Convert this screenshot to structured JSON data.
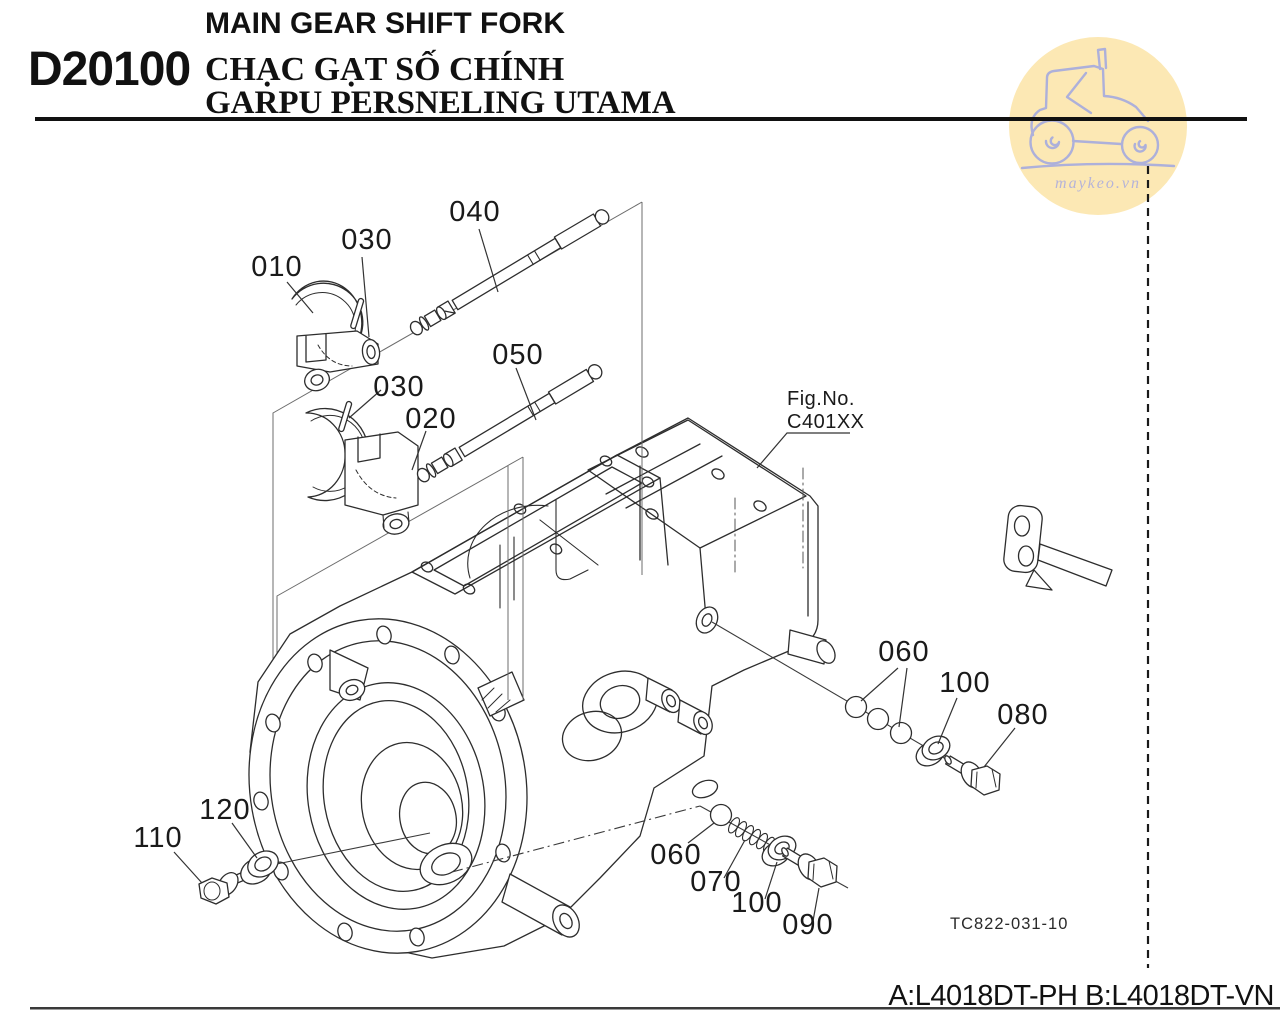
{
  "header": {
    "code": "D20100",
    "titles": [
      "MAIN GEAR SHIFT FORK",
      "CHẠC GẠT SỐ CHÍNH",
      "GARPU PERSNELING UTAMA"
    ]
  },
  "watermark": {
    "site": "maykeo.vn"
  },
  "figure": {
    "fig_label": "Fig.No.",
    "fig_value": "C401XX",
    "drawing_no": "TC822-031-10",
    "models": "A:L4018DT-PH B:L4018DT-VN",
    "callouts": [
      "010",
      "030",
      "040",
      "050",
      "030",
      "020",
      "060",
      "100",
      "080",
      "110",
      "120",
      "060",
      "070",
      "100",
      "090"
    ]
  },
  "colors": {
    "ink": "#111111",
    "line": "#2d2d2d",
    "badge_bg": "#fce8b4",
    "badge_ink": "#adb0da"
  }
}
